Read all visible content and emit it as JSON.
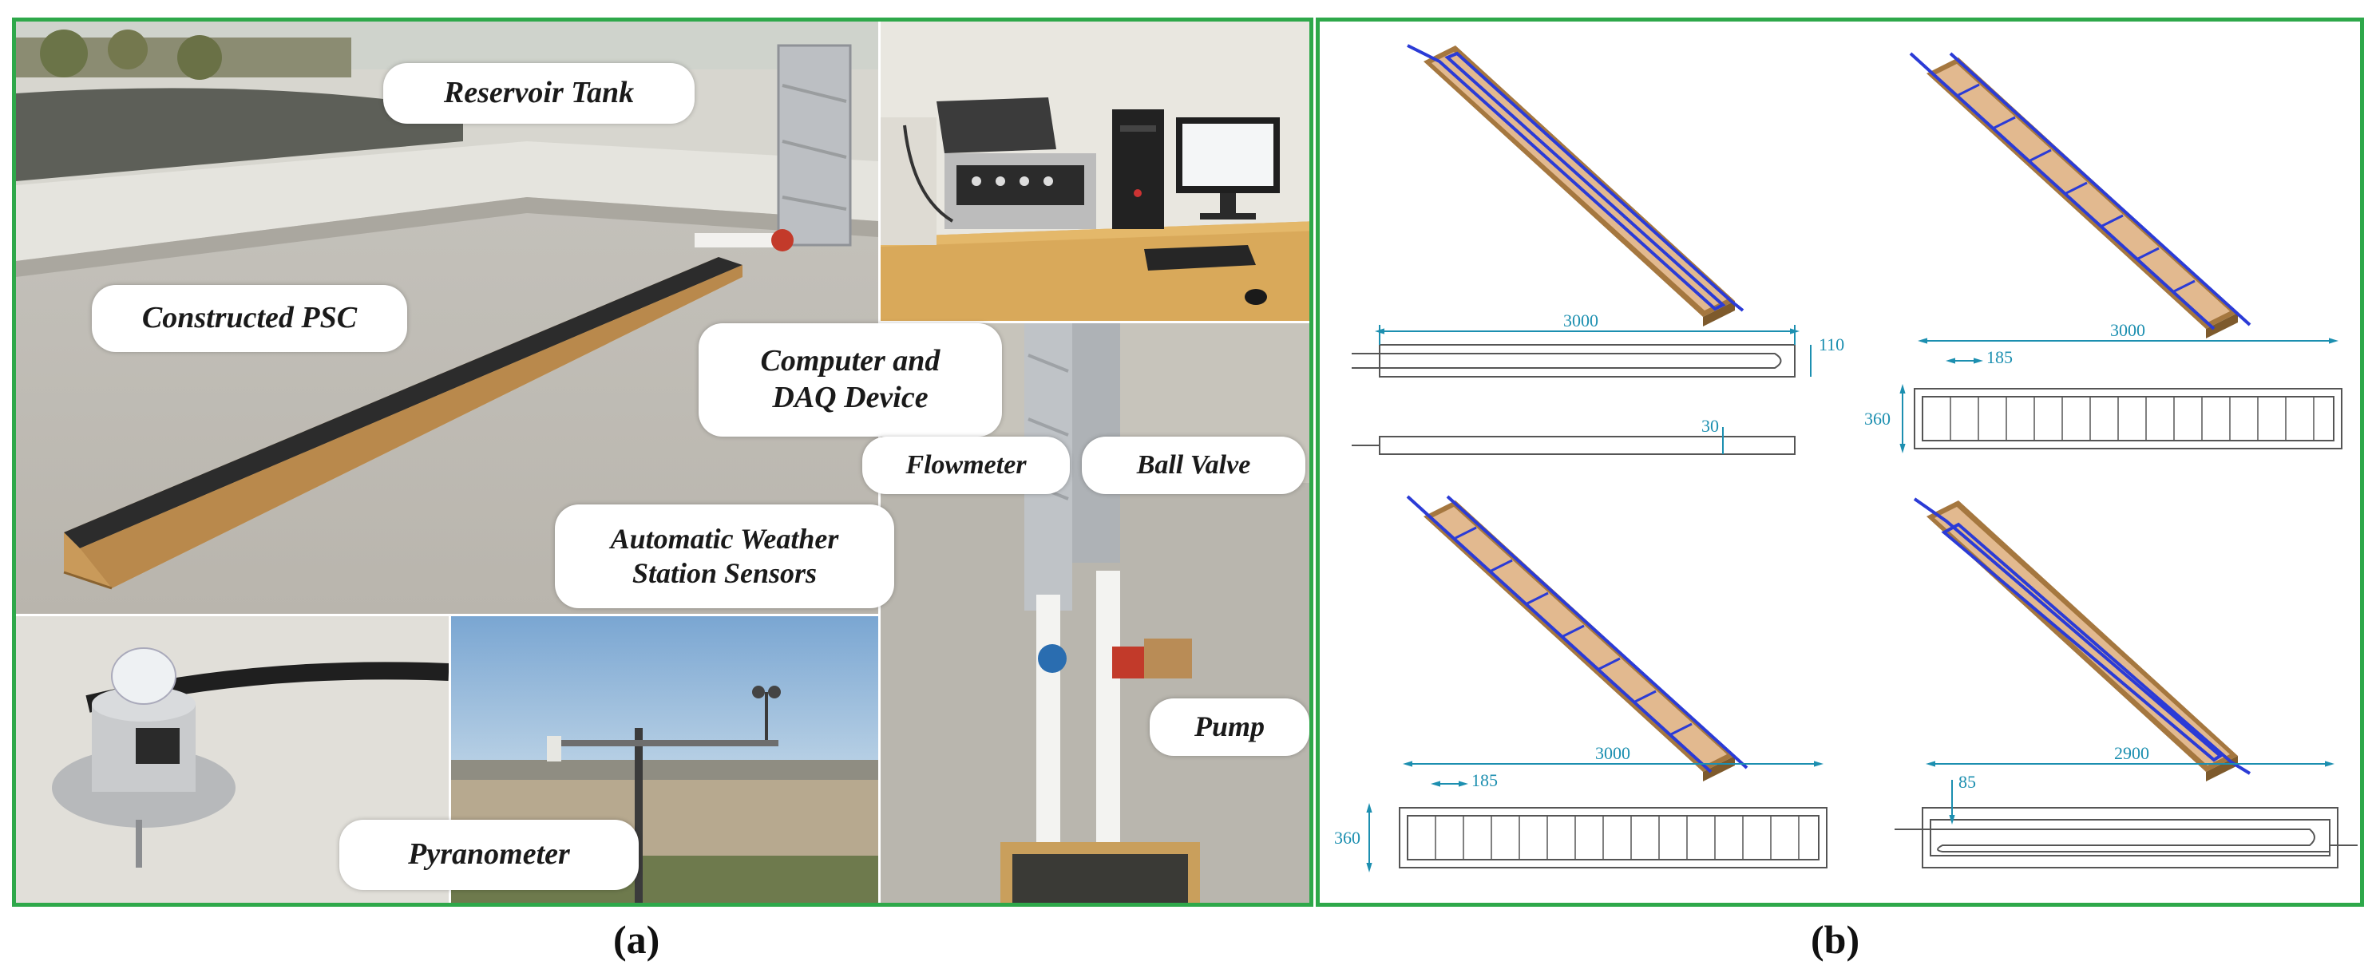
{
  "panel_a": {
    "label": "(a)",
    "callouts": {
      "reservoir_tank": "Reservoir Tank",
      "constructed_psc": "Constructed PSC",
      "computer_daq_line1": "Computer and",
      "computer_daq_line2": "DAQ Device",
      "flowmeter": "Flowmeter",
      "ball_valve": "Ball Valve",
      "weather_line1": "Automatic Weather",
      "weather_line2": "Station Sensors",
      "pump": "Pump",
      "pyranometer": "Pyranometer"
    }
  },
  "panel_b": {
    "label": "(b)",
    "dimensions": {
      "d1_length": "3000",
      "d1_width": "110",
      "d1_depth": "30",
      "d2_length": "3000",
      "d2_spacing": "185",
      "d2_width": "360",
      "d3_length": "3000",
      "d3_spacing": "185",
      "d3_width": "360",
      "d4_length": "2900",
      "d4_offset": "85"
    }
  },
  "colors": {
    "frame": "#2ea84a",
    "dimension": "#1c8fb0",
    "pipe": "#2b3bd6",
    "wood": "#a5773f",
    "absorber": "#e2b98f"
  }
}
